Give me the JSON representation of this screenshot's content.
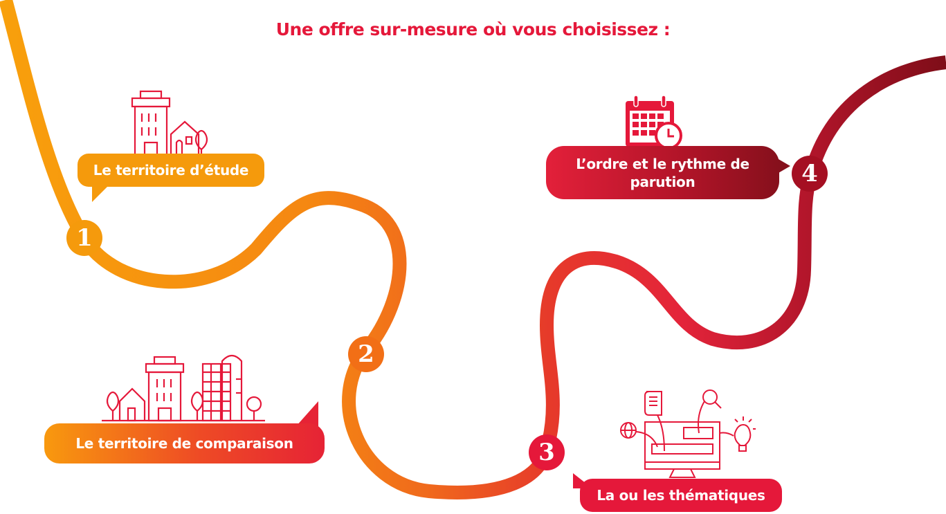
{
  "title": "Une offre sur-mesure où vous choisissez :",
  "colors": {
    "title": "#e5183a",
    "orange": "#f59a0c",
    "orange_red": "#ee5a1f",
    "red": "#e5183a",
    "dark_red": "#86101c"
  },
  "steps": [
    {
      "number": "1",
      "label": "Le territoire d’étude",
      "icon": "city-buildings-icon",
      "color": "#f59a0c"
    },
    {
      "number": "2",
      "label": "Le territoire de comparaison",
      "icon": "city-skyline-icon",
      "color": "#f26f16"
    },
    {
      "number": "3",
      "label": "La ou les thématiques",
      "icon": "computer-themes-icon",
      "color": "#e5183a"
    },
    {
      "number": "4",
      "label": "L’ordre et le rythme de parution",
      "icon": "calendar-clock-icon",
      "color": "#a50f22"
    }
  ]
}
